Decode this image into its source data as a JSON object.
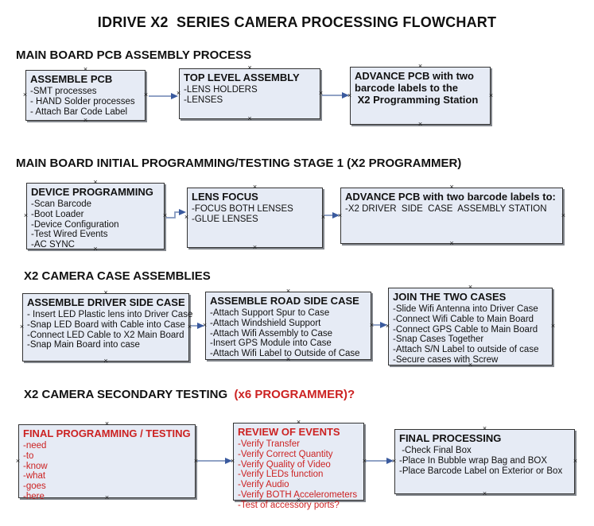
{
  "page_title": "IDRIVE X2  SERIES CAMERA PROCESSING FLOWCHART",
  "icons": {
    "anchor": "×"
  },
  "colors": {
    "box_fill": "#e6ebf5",
    "box_border": "#333333",
    "box_shadow": "#82868c",
    "arrow_line": "#8095bd",
    "arrow_head": "#3a5a9e",
    "red_text": "#cc2222",
    "ink": "#111111"
  },
  "sections": [
    {
      "header": "MAIN BOARD PCB ASSEMBLY PROCESS",
      "boxes": [
        {
          "title": "ASSEMBLE PCB",
          "items": [
            "-SMT processes",
            "- HAND Solder processes",
            "- Attach Bar Code Label"
          ]
        },
        {
          "title": "TOP LEVEL ASSEMBLY",
          "items": [
            "-LENS HOLDERS",
            "-LENSES"
          ]
        },
        {
          "title": "ADVANCE PCB with two\nbarcode labels to the\n X2 Programming Station",
          "items": []
        }
      ]
    },
    {
      "header": "MAIN BOARD INITIAL PROGRAMMING/TESTING STAGE 1 (X2 PROGRAMMER)",
      "boxes": [
        {
          "title": "DEVICE PROGRAMMING",
          "items": [
            "-Scan Barcode",
            "-Boot Loader",
            "-Device Configuration",
            "-Test Wired Events",
            "-AC SYNC"
          ]
        },
        {
          "title": "LENS FOCUS",
          "items": [
            "-FOCUS BOTH LENSES",
            "-GLUE LENSES"
          ]
        },
        {
          "title": "ADVANCE PCB with two barcode labels to:",
          "items": [
            "-X2 DRIVER  SIDE  CASE  ASSEMBLY STATION"
          ]
        }
      ]
    },
    {
      "header": "X2 CAMERA CASE ASSEMBLIES",
      "boxes": [
        {
          "title": "ASSEMBLE DRIVER SIDE CASE",
          "items": [
            "- Insert LED Plastic lens into Driver Case",
            "-Snap LED Board with Cable into Case",
            "-Connect LED Cable to X2 Main Board",
            "-Snap Main Board into case"
          ]
        },
        {
          "title": "ASSEMBLE ROAD SIDE CASE",
          "items": [
            "-Attach Support Spur to Case",
            "-Attach Windshield Support",
            "-Attach Wifi Assembly to Case",
            "-Insert GPS Module into Case",
            "-Attach Wifi Label to Outside of Case"
          ]
        },
        {
          "title": "JOIN THE TWO CASES",
          "items": [
            "-Slide Wifi Antenna into Driver Case",
            "-Connect Wifi Cable to Main Board",
            "-Connect GPS Cable to Main Board",
            "-Snap Cases Together",
            "-Attach S/N Label to outside of case",
            "-Secure cases with Screw"
          ]
        }
      ]
    },
    {
      "header": "X2 CAMERA SECONDARY TESTING ",
      "header_red": " (x6 PROGRAMMER)?",
      "boxes": [
        {
          "title": "FINAL PROGRAMMING / TESTING",
          "items": [
            "-need",
            "-to",
            "-know",
            "-what",
            "-goes",
            "-here"
          ]
        },
        {
          "title": "REVIEW OF EVENTS",
          "items": [
            "-Verify Transfer",
            "-Verify Correct Quantity",
            "-Verify Quality of Video",
            "-Verify LEDs function",
            "-Verify Audio",
            "-Verify BOTH Accelerometers",
            "-Test of accessory ports?"
          ]
        },
        {
          "title": "FINAL PROCESSING",
          "items": [
            " -Check Final Box",
            "-Place In Bubble wrap Bag and BOX",
            "-Place Barcode Label on Exterior or Box"
          ]
        }
      ]
    }
  ]
}
